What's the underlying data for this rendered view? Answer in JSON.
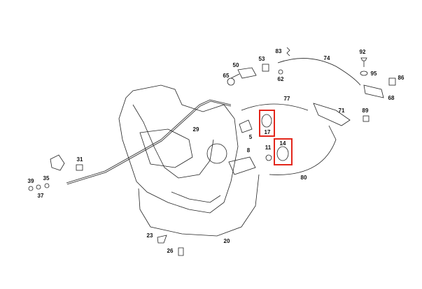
{
  "diagram": {
    "type": "exploded parts diagram",
    "highlight_color": "#e3261b",
    "part_labels": {
      "p83": "83",
      "p74": "74",
      "p92": "92",
      "p53": "53",
      "p50": "50",
      "p95": "95",
      "p86": "86",
      "p65": "65",
      "p62": "62",
      "p68": "68",
      "p77": "77",
      "p71": "71",
      "p89": "89",
      "p29": "29",
      "p17": "17",
      "p5": "5",
      "p14": "14",
      "p8": "8",
      "p11": "11",
      "p31": "31",
      "p80": "80",
      "p39": "39",
      "p35": "35",
      "p37": "37",
      "p23": "23",
      "p20": "20",
      "p26": "26"
    },
    "highlighted_parts": [
      "17",
      "14"
    ]
  }
}
